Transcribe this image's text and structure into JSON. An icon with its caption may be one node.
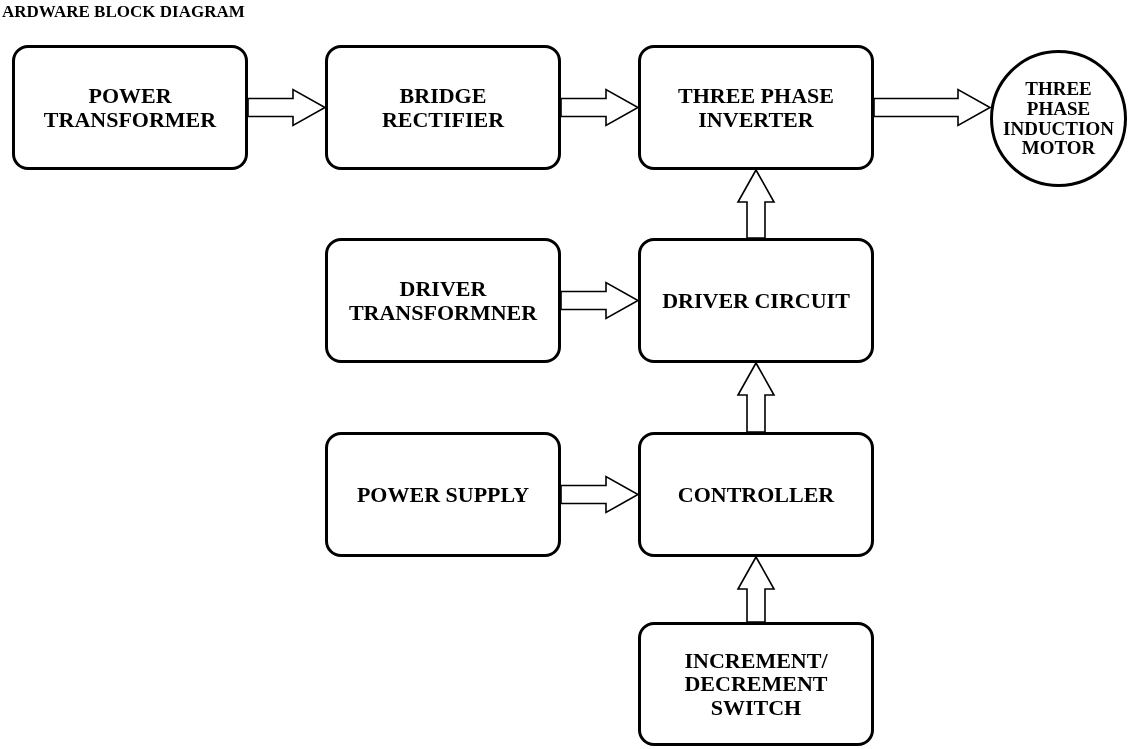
{
  "diagram": {
    "title": "ARDWARE BLOCK DIAGRAM",
    "nodes": [
      {
        "text": [
          "POWER TRANSFORMER"
        ]
      },
      {
        "text": [
          "BRIDGE RECTIFIER"
        ]
      },
      {
        "text": [
          "THREE PHASE INVERTER"
        ]
      },
      {
        "text": [
          "THREE PHASE INDUCTION MOTOR"
        ]
      },
      {
        "text": [
          "DRIVER TRANSFORMNER"
        ]
      },
      {
        "text": [
          "DRIVER CIRCUIT"
        ]
      },
      {
        "text": [
          "POWER SUPPLY"
        ]
      },
      {
        "text": [
          "CONTROLLER"
        ]
      },
      {
        "text": [
          "INCREMENT/ DECREMENT SWITCH"
        ]
      }
    ],
    "edges": [
      {
        "from": 0,
        "to": 1,
        "arrow": "to"
      },
      {
        "from": 1,
        "to": 2,
        "arrow": "to"
      },
      {
        "from": 2,
        "to": 3,
        "arrow": "to"
      },
      {
        "from": 5,
        "to": 2,
        "arrow": "to"
      },
      {
        "from": 4,
        "to": 5,
        "arrow": "to"
      },
      {
        "from": 7,
        "to": 5,
        "arrow": "to"
      },
      {
        "from": 6,
        "to": 7,
        "arrow": "to"
      },
      {
        "from": 8,
        "to": 7,
        "arrow": "to"
      }
    ]
  }
}
